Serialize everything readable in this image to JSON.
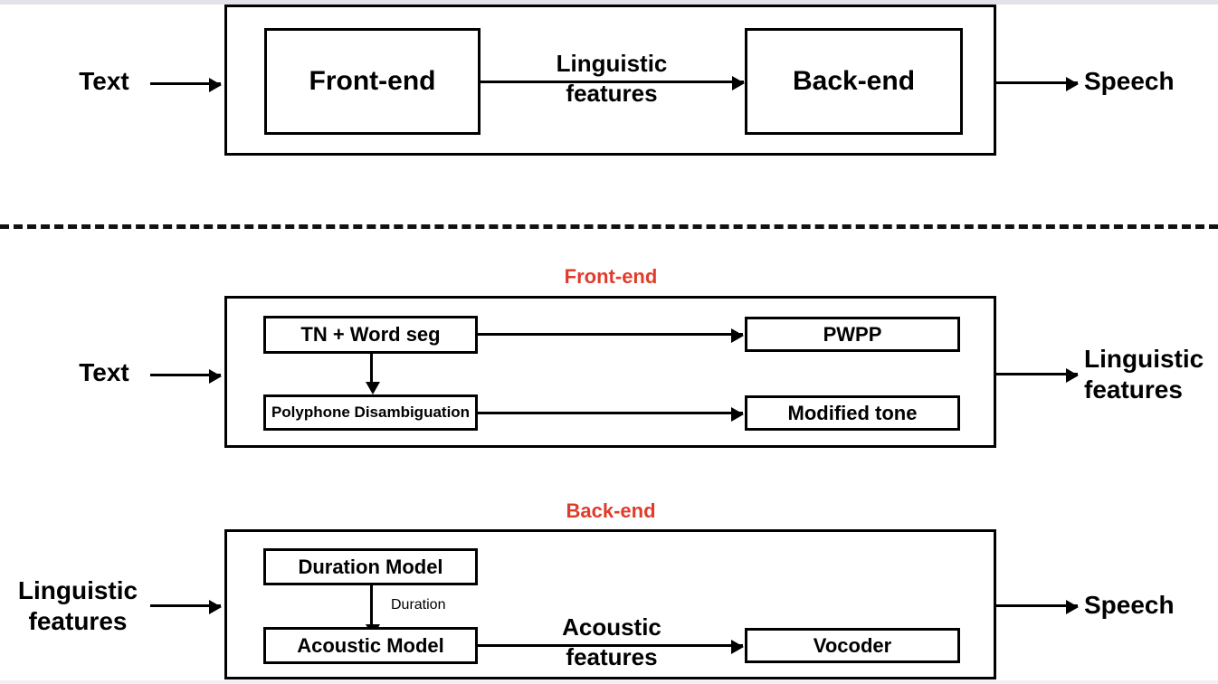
{
  "figure": {
    "title": "Text-to-Speech pipeline overview",
    "accent_red": "#e03c2c",
    "line_color": "#000000",
    "background": "#ffffff"
  },
  "overview": {
    "input_label": "Text",
    "output_label": "Speech",
    "front_end_box": "Front-end",
    "back_end_box": "Back-end",
    "middle_arrow_label_line1": "Linguistic",
    "middle_arrow_label_line2": "features"
  },
  "separator": {
    "style": "dashed"
  },
  "front_end": {
    "title": "Front-end",
    "input_label": "Text",
    "output_label_line1": "Linguistic",
    "output_label_line2": "features",
    "modules": {
      "tn_word_seg": "TN + Word seg",
      "polyphone": "Polyphone  Disambiguation",
      "pwpp": "PWPP",
      "modified_tone": "Modified tone"
    }
  },
  "back_end": {
    "title": "Back-end",
    "input_label_line1": "Linguistic",
    "input_label_line2": "features",
    "output_label": "Speech",
    "modules": {
      "duration_model": "Duration Model",
      "acoustic_model": "Acoustic Model",
      "vocoder": "Vocoder"
    },
    "edge_labels": {
      "duration": "Duration",
      "acoustic_line1": "Acoustic",
      "acoustic_line2": "features"
    }
  }
}
